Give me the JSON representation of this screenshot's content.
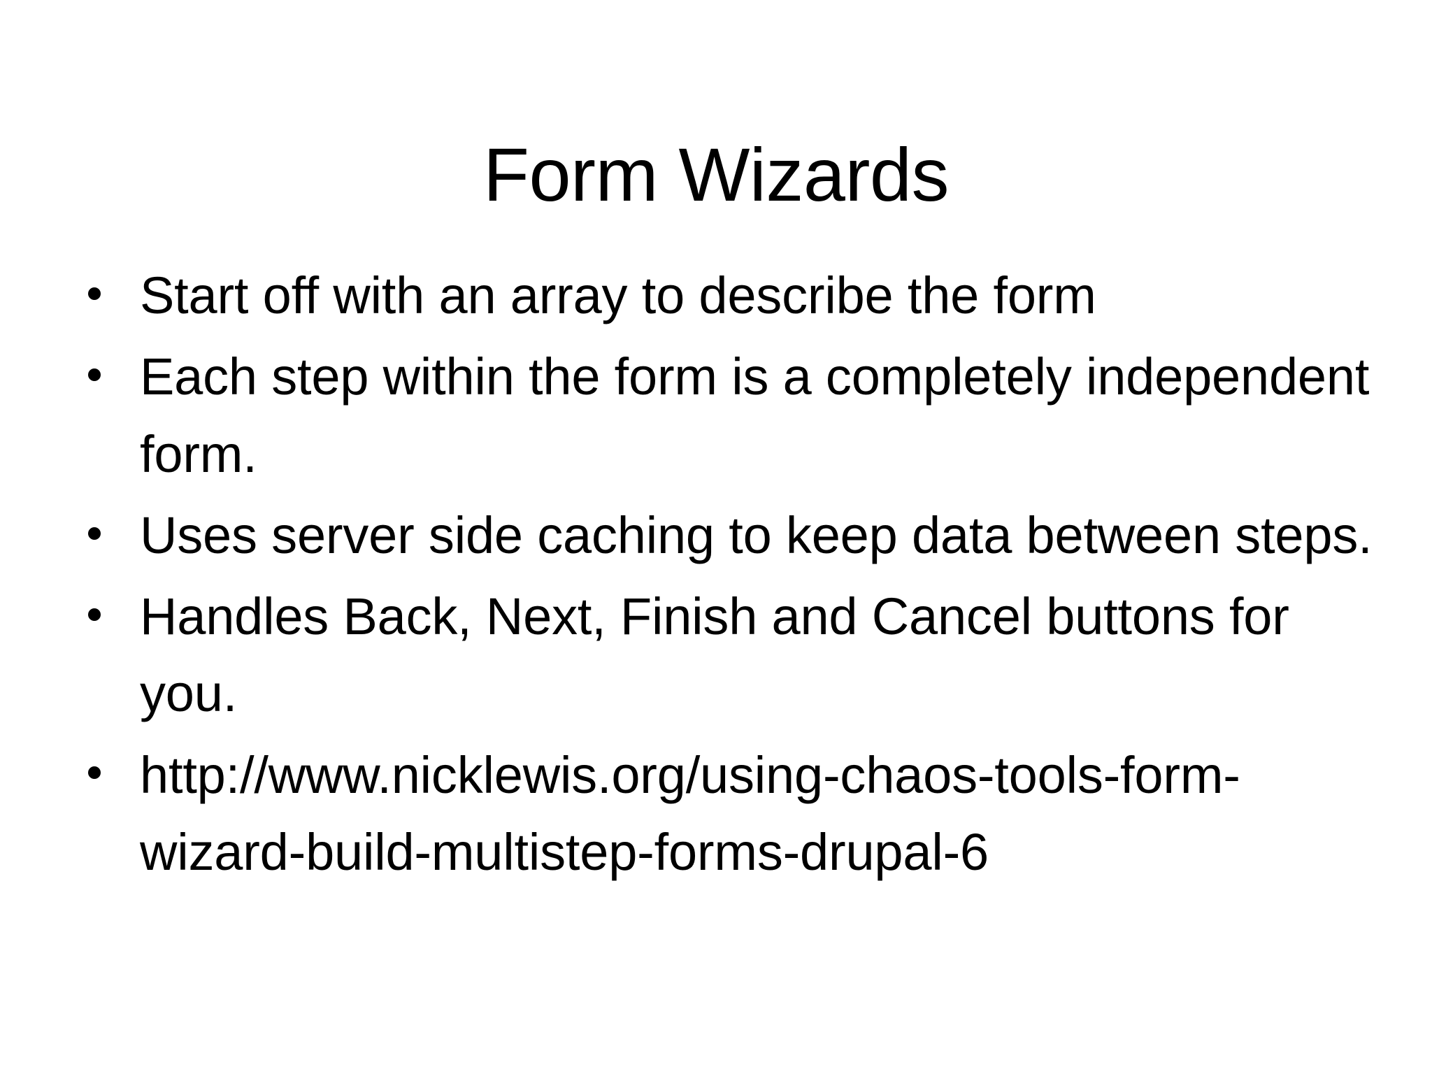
{
  "slide": {
    "title": "Form Wizards",
    "background_color": "#ffffff",
    "text_color": "#000000",
    "bullet_marker": "bullet-dot",
    "bullets": [
      {
        "text": "Start off with an array to describe the form"
      },
      {
        "text": "Each step within the form is a completely independent form."
      },
      {
        "text": "Uses server side caching to keep data between steps."
      },
      {
        "text": "Handles Back, Next, Finish and Cancel buttons for you."
      },
      {
        "text": "http://www.nicklewis.org/using-chaos-tools-form-wizard-build-multistep-forms-drupal-6"
      }
    ]
  }
}
